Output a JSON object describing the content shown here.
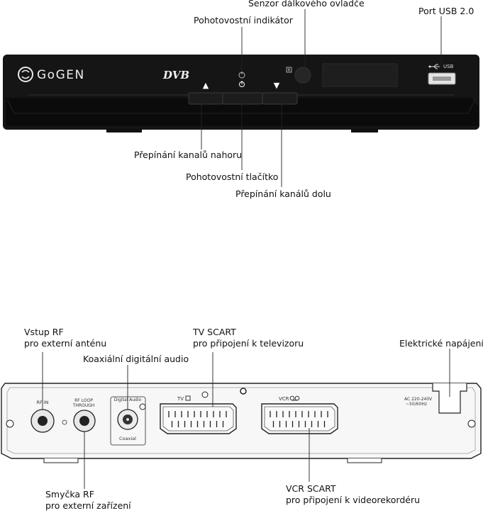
{
  "front": {
    "labels": {
      "ir_sensor": "Senzor dálkového ovladče",
      "usb_port": "Port USB 2.0",
      "standby_indicator": "Pohotovostní indikátor",
      "channel_up": "Přepínání kanalů nahoru",
      "standby_button": "Pohotovostní tlačítko",
      "channel_down": "Přepínání kanálů dolu"
    },
    "device_text": {
      "brand": "GoGEN",
      "dvb": "DVB",
      "usb": "USB",
      "ir_mark": "R"
    },
    "glyphs": {
      "up": "▲",
      "down": "▼",
      "power": "⏻"
    }
  },
  "rear": {
    "labels": {
      "rf_in_l1": "Vstup RF",
      "rf_in_l2": "pro externí anténu",
      "coaxial": "Koaxiální digitální audio",
      "tv_scart_l1": "TV SCART",
      "tv_scart_l2": "pro připojení k televizoru",
      "power": "Elektrické napájení",
      "rf_loop_l1": "Smyčka RF",
      "rf_loop_l2": "pro externí zařízení",
      "vcr_scart_l1": "VCR SCART",
      "vcr_scart_l2": "pro připojení k videorekordéru"
    },
    "device_text": {
      "rf_in": "RF IN",
      "rf_loop_1": "RF  LOOP",
      "rf_loop_2": "THROUGH",
      "digital_audio": "Digital Audio",
      "coaxial": "Coaxial",
      "tv": "TV",
      "vcr": "VCR",
      "ac_1": "AC 220-240V",
      "ac_2": "~50/60Hz"
    }
  }
}
